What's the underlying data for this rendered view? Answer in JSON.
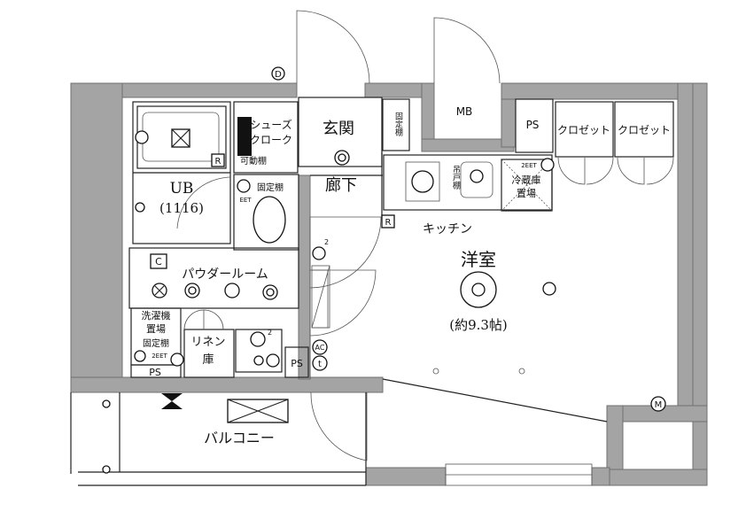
{
  "rooms": {
    "yoshitsu": "洋室",
    "yoshitsu_size": "(約9.3帖)",
    "kitchen": "キッチン",
    "genkan": "玄関",
    "rouka": "廊下",
    "ub": "UB",
    "ub_size": "(1116)",
    "powder_room": "パウダールーム",
    "balcony": "バルコニー",
    "closet_1": "クロゼット",
    "closet_2": "クロゼット",
    "linen_1": "リネン",
    "linen_2": "庫",
    "shoes_1": "シューズ",
    "shoes_2": "クローク"
  },
  "labels": {
    "mb": "MB",
    "ps_top": "PS",
    "ps_bottom_left": "PS",
    "ps_bottom_mid": "PS",
    "kadou_dana": "可動棚",
    "kotei_dana_toilet": "固定棚",
    "kotei_dana_genkan": "固定棚",
    "kotei_dana_laundry": "固定棚",
    "tsuri_to_dana": "吊戸棚",
    "reizouko_1": "冷蔵庫",
    "reizouko_2": "置場",
    "sentakuki_1": "洗濯機",
    "sentakuki_2": "置場",
    "eet_fridge": "2EET",
    "eet_toilet": "EET",
    "eet_laundry": "2EET"
  },
  "symbols": {
    "d": "D",
    "r_bath": "R",
    "r_kitchen": "R",
    "c": "C",
    "m": "M",
    "ac": "AC",
    "t": "t",
    "two_a": "2",
    "two_b": "2"
  },
  "colors": {
    "wall": "#a4a4a4",
    "line": "#222222",
    "background": "#ffffff"
  }
}
